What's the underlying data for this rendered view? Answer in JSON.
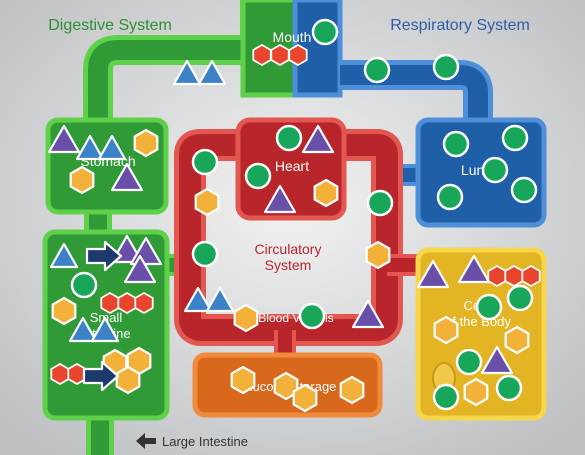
{
  "labels": {
    "digestive_system": "Digestive System",
    "respiratory_system": "Respiratory System",
    "mouth": "Mouth",
    "stomach": "Stomach",
    "heart": "Heart",
    "lungs": "Lungs",
    "circulatory_line1": "Circulatory",
    "circulatory_line2": "System",
    "small_intestine_line1": "Small",
    "small_intestine_line2": "Intestine",
    "blood_vessels": "Blood Vessels",
    "cells_line1": "Cells",
    "cells_line2": "of the Body",
    "glucose_storage": "Glucose Storage",
    "large_intestine": "Large Intestine"
  },
  "colors": {
    "digestive": "#3aa43f",
    "respiratory": "#1f5fa8",
    "circulatory": "#b8262b",
    "glucose_storage": "#d8681c",
    "cells": "#e3b424",
    "oxygen_circle": "#17a65a",
    "hexagon": "#f2b23a",
    "triangle": "#6a4fa8",
    "blue_triangle": "#3b82c8",
    "small_hexagon": "#e8452c",
    "arrow": "#1c3a6b"
  }
}
